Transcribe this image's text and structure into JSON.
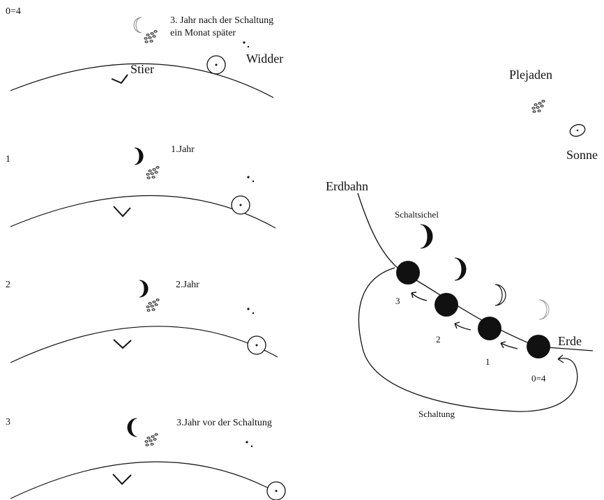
{
  "panels": [
    {
      "index_label": "0=4",
      "caption": "3. Jahr nach der Schaltung",
      "caption2": "ein Monat später",
      "stier_label": "Stier",
      "widder_label": "Widder"
    },
    {
      "index_label": "1",
      "caption": "1.Jahr"
    },
    {
      "index_label": "2",
      "caption": "2.Jahr"
    },
    {
      "index_label": "3",
      "caption": "3.Jahr vor der Schaltung"
    }
  ],
  "right": {
    "plejaden_label": "Plejaden",
    "sonne_label": "Sonne",
    "erdbahn_label": "Erdbahn",
    "schaltsichel_label": "Schaltsichel",
    "erde_label": "Erde",
    "schaltung_label": "Schaltung",
    "position_labels": [
      "3",
      "2",
      "1",
      "0=4"
    ]
  }
}
